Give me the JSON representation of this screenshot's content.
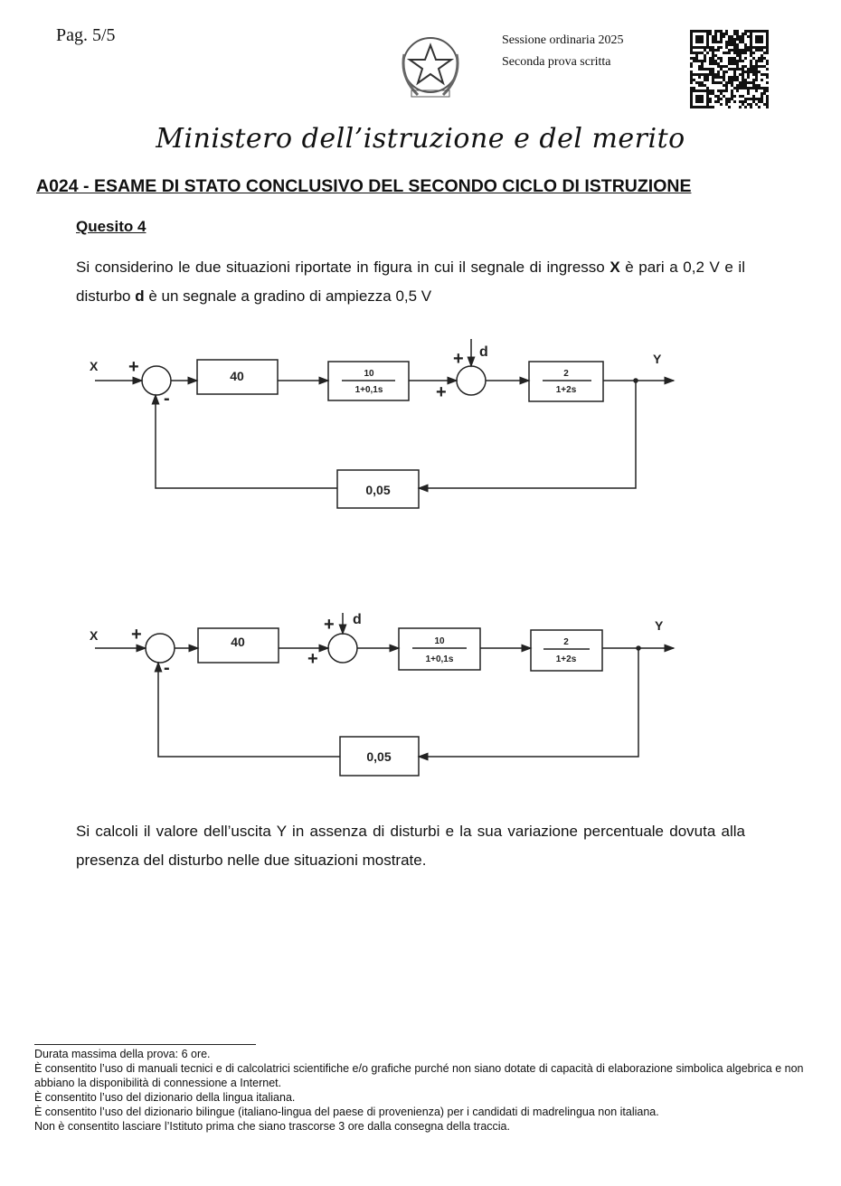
{
  "header": {
    "page": "Pag. 5/5",
    "session": "Sessione ordinaria 2025",
    "exam_part": "Seconda prova scritta",
    "ministry": "Ministero dell’istruzione e del merito"
  },
  "heading": "A024 - ESAME DI STATO CONCLUSIVO DEL SECONDO CICLO DI ISTRUZIONE",
  "question": {
    "title": "Quesito 4",
    "intro": [
      "Si considerino le due situazioni riportate in figura in cui il segnale di ingresso ",
      "X",
      " è pari a 0,2 V e il disturbo ",
      "d",
      " è un segnale a gradino di ampiezza 0,5 V"
    ],
    "task": "Si calcoli il valore dell’uscita Y in assenza di disturbi e la sua variazione percentuale dovuta alla presenza del disturbo nelle due situazioni mostrate."
  },
  "diagram": {
    "input": "X",
    "output": "Y",
    "disturbance": "d",
    "plus": "+",
    "minus": "-",
    "gain": "40",
    "g1_num": "10",
    "g1_den": "1+0,1s",
    "g2_num": "2",
    "g2_den": "1+2s",
    "feedback": "0,05"
  },
  "footer": [
    "Durata massima della prova: 6 ore.",
    "È consentito l’uso di manuali tecnici e di calcolatrici scientifiche e/o grafiche purché non siano dotate di capacità di elaborazione simbolica algebrica e non abbiano la disponibilità di connessione a Internet.",
    "È consentito l’uso del dizionario della lingua italiana.",
    "È consentito l’uso del dizionario bilingue (italiano-lingua del paese di provenienza) per i candidati di madrelingua non italiana.",
    "Non è consentito lasciare l’Istituto prima che siano trascorse 3 ore dalla consegna della traccia."
  ]
}
